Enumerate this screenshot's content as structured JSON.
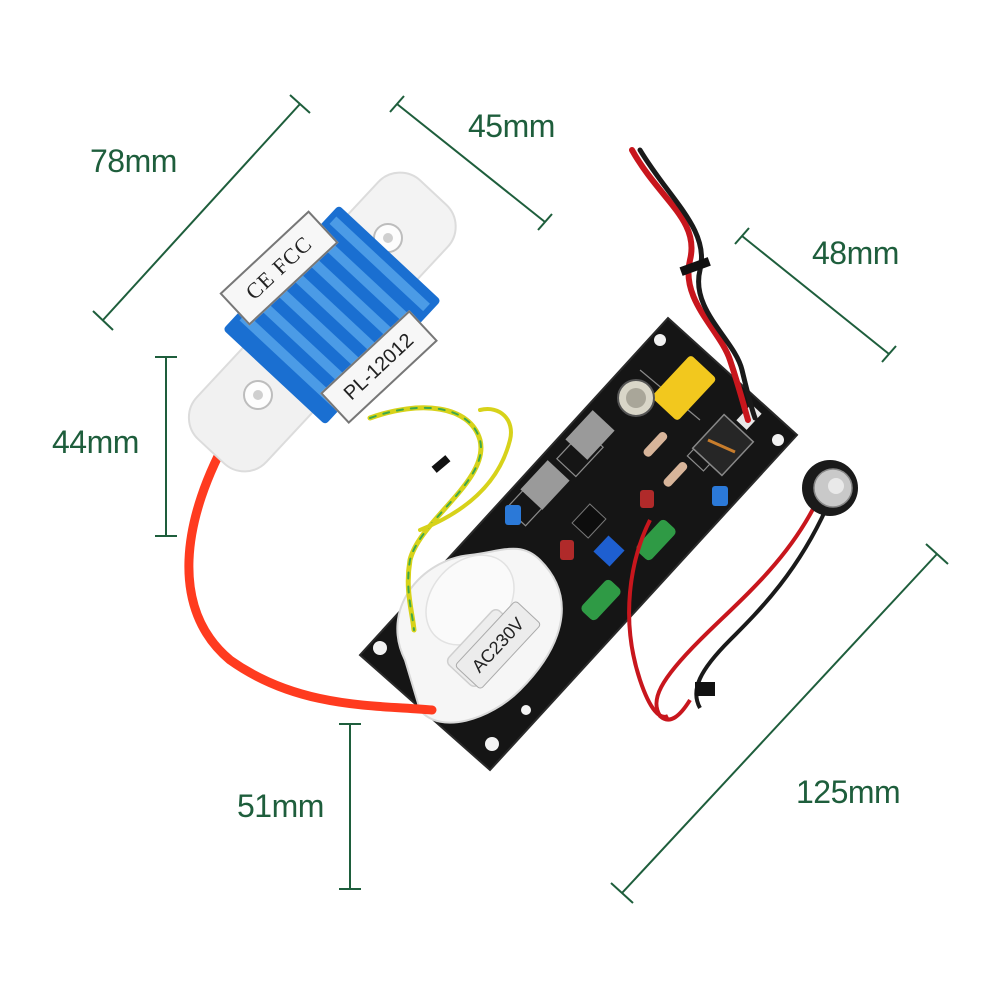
{
  "colors": {
    "dimension": "#1e5e3c",
    "pcb": "#141414",
    "heatsink": "#1a6fd1",
    "tube": "#ff3b1f",
    "tube_body": "#f4f4f4",
    "wire_red": "#c8161d",
    "wire_black": "#1a1a1a",
    "ground_wire": "#d7d21a"
  },
  "dimensions": {
    "d78": "78mm",
    "d45": "45mm",
    "d48": "48mm",
    "d44": "44mm",
    "d51": "51mm",
    "d125": "125mm"
  },
  "labels": {
    "ce_fcc": "CE FCC",
    "model": "PL-12012",
    "voltage": "AC230V"
  }
}
